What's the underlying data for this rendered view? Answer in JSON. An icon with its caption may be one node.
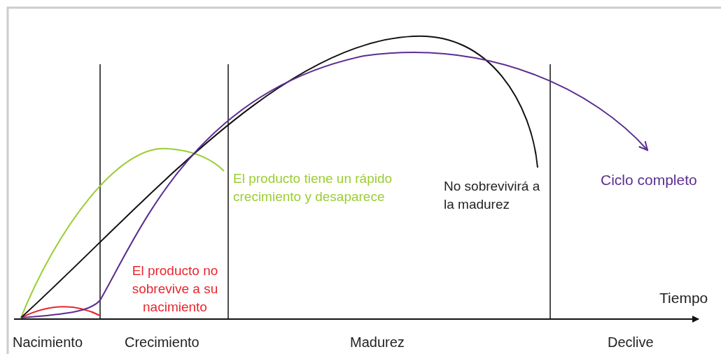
{
  "diagram": {
    "labels": [
      "El producto tiene un rápido crecimiento y desaparece",
      "No sobrevivirá a la madurez",
      "Ciclo completo",
      "El producto no sobrevive a su nacimiento",
      "Tiempo",
      "Nacimiento",
      "Crecimiento",
      "Madurez",
      "Declive"
    ]
  }
}
